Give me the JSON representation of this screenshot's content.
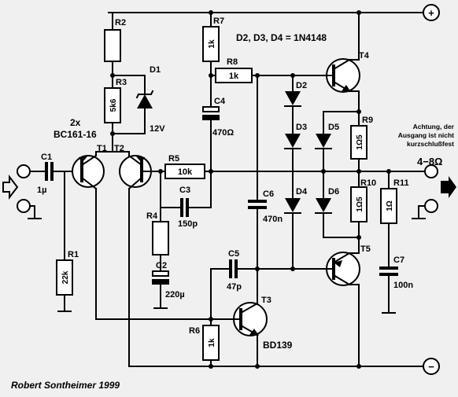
{
  "labels": {
    "rails": {
      "plus": "+",
      "minus": "−"
    },
    "diode_note": "D2, D3, D4 = 1N4148",
    "pair": {
      "count": "2x",
      "type": "BC161-16"
    },
    "output": {
      "impedance": "4−8Ω",
      "warning_line1": "Achtung, der",
      "warning_line2": "Ausgang ist nicht",
      "warning_line3": "kurzschlußfest"
    },
    "signature": "Robert Sontheimer 1999"
  },
  "parts": {
    "R1": {
      "ref": "R1",
      "value": "22k"
    },
    "R2": {
      "ref": "R2"
    },
    "R3": {
      "ref": "R3",
      "value": "5k6"
    },
    "R4": {
      "ref": "R4"
    },
    "R5": {
      "ref": "R5",
      "value": "10k"
    },
    "R6": {
      "ref": "R6",
      "value": "1k"
    },
    "R7": {
      "ref": "R7",
      "value": "1k"
    },
    "R8": {
      "ref": "R8",
      "value": "1k"
    },
    "R9": {
      "ref": "R9",
      "value": "1Ω5"
    },
    "R10": {
      "ref": "R10",
      "value": "1Ω5"
    },
    "R11": {
      "ref": "R11",
      "value": "1Ω"
    },
    "C1": {
      "ref": "C1",
      "value": "1µ"
    },
    "C2": {
      "ref": "C2",
      "value": "220µ"
    },
    "C3": {
      "ref": "C3",
      "value": "150p"
    },
    "C4": {
      "ref": "C4",
      "value": "470Ω"
    },
    "C5": {
      "ref": "C5",
      "value": "47p"
    },
    "C6": {
      "ref": "C6",
      "value": "470n"
    },
    "C7": {
      "ref": "C7",
      "value": "100n"
    },
    "D1": {
      "ref": "D1",
      "value": "12V"
    },
    "D2": {
      "ref": "D2"
    },
    "D3": {
      "ref": "D3"
    },
    "D4": {
      "ref": "D4"
    },
    "D5": {
      "ref": "D5"
    },
    "D6": {
      "ref": "D6"
    },
    "T1": {
      "ref": "T1"
    },
    "T2": {
      "ref": "T2"
    },
    "T3": {
      "ref": "T3",
      "value": "BD139"
    },
    "T4": {
      "ref": "T4"
    },
    "T5": {
      "ref": "T5"
    }
  }
}
